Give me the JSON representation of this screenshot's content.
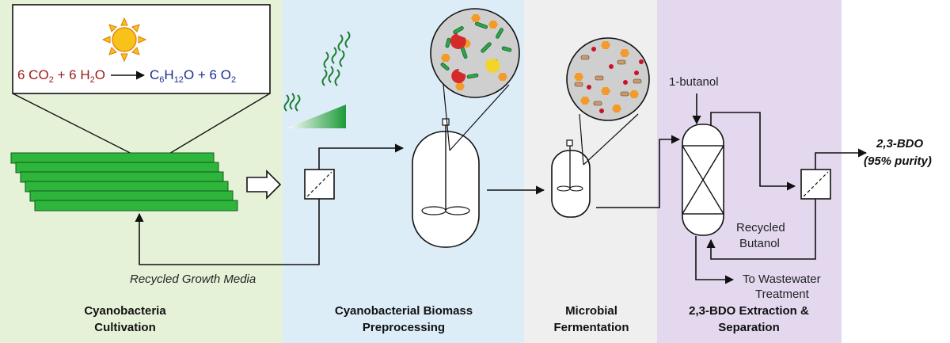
{
  "stages": [
    {
      "line1": "Cyanobacteria",
      "line2": "Cultivation",
      "color": "#e6f2d8"
    },
    {
      "line1": "Cyanobacterial Biomass",
      "line2": "Preprocessing",
      "color": "#dcedf8"
    },
    {
      "line1": "Microbial",
      "line2": "Fermentation",
      "color": "#efefef"
    },
    {
      "line1": "2,3-BDO Extraction &",
      "line2": "Separation",
      "color": "#e3d8ee"
    }
  ],
  "equation": {
    "left": {
      "a": "6 CO",
      "a_sub": "2",
      "b": " + 6 H",
      "b_sub": "2",
      "c": "O"
    },
    "right": {
      "a": "C",
      "a_sub": "6",
      "b": "H",
      "b_sub": "12",
      "c": "O + 6 O",
      "c_sub": "2"
    }
  },
  "labels": {
    "recycled_media": "Recycled Growth Media",
    "butanol_in": "1-butanol",
    "recycled_butanol_1": "Recycled",
    "recycled_butanol_2": "Butanol",
    "wastewater_1": "To Wastewater",
    "wastewater_2": "Treatment",
    "product_1": "2,3-BDO",
    "product_2": "(95% purity)"
  },
  "colors": {
    "algae_green": "#2db53c",
    "sun": "#f7c21a",
    "equation_left": "#9b1a1a",
    "equation_right": "#1d2f8a"
  }
}
